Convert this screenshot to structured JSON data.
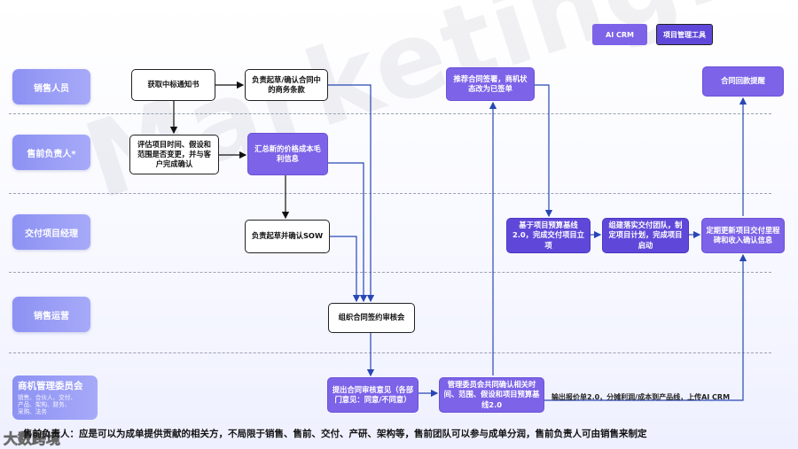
{
  "legend": {
    "ai_crm": "AI CRM",
    "pm_tool": "项目管理工具",
    "ai_crm_color": "#7c63e8",
    "pm_tool_color": "#5f48d9"
  },
  "watermark": "Marketingforce",
  "lanes": [
    "销售人员",
    "售前负责人*",
    "交付项目经理",
    "销售运营"
  ],
  "committee": {
    "title": "商机管理委员会",
    "sub1": "销售、合伙人、交付、",
    "sub2": "产品、架构、财务、",
    "sub3": "采购、法务"
  },
  "boxes": {
    "b1": "获取中标通知书",
    "b2": "负责起草/确认合同中的商务条款",
    "b3": "评估项目时间、假设和范围是否变更，并与客户完成确认",
    "b4": "汇总新的价格成本毛利信息",
    "b5": "负责起草并确认SOW",
    "b6": "组织合同签约审核会",
    "b7": "提出合同审核意见（各部门意见：同意/不同意）",
    "b8": "管理委员会共同确认相关时间、范围、假设和项目预算基线2.0",
    "b9": "推荐合同签署，商机状态改为已签单",
    "b10": "基于项目预算基线2.0，完成交付项目立项",
    "b11": "组建落实交付团队，制定项目计划，完成项目启动",
    "b12": "定期更新项目交付里程碑和收入确认信息",
    "b13": "合同回款提醒"
  },
  "captions": {
    "output": "输出报价单2.0，分摊利润/成本到产品线，上传AI CRM"
  },
  "footer": "售前负责人：应是可以为成单提供贡献的相关方，不局限于销售、售前、交付、产研、架构等，售前团队可以参与成单分润，售前负责人可由销售来制定",
  "logo": "大数跨境"
}
